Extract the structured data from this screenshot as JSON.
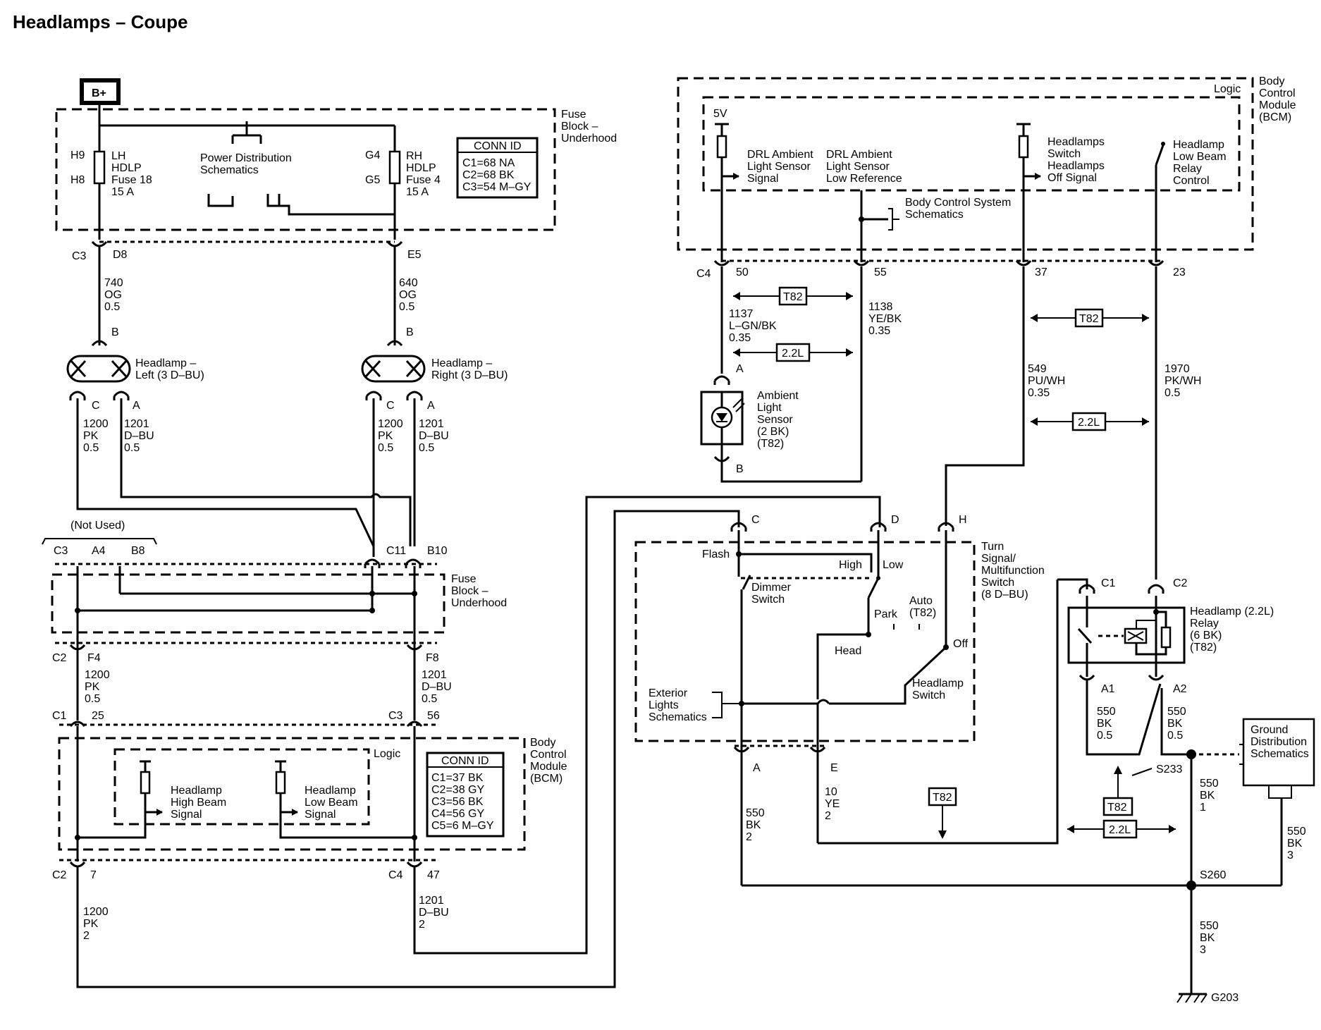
{
  "title": "Headlamps – Coupe",
  "battery": "B+",
  "fuse_block_underhood_top": {
    "label": [
      "Fuse",
      "Block –",
      "Underhood"
    ],
    "lh_fuse": {
      "pins": [
        "H9",
        "H8"
      ],
      "label": [
        "LH",
        "HDLP",
        "Fuse 18",
        "15 A"
      ]
    },
    "rh_fuse": {
      "pins": [
        "G4",
        "G5"
      ],
      "label": [
        "RH",
        "HDLP",
        "Fuse 4",
        "15 A"
      ]
    },
    "power_distribution": [
      "Power Distribution",
      "Schematics"
    ],
    "conn_id": {
      "title": "CONN ID",
      "rows": [
        "C1=68 NA",
        "C2=68 BK",
        "C3=54 M–GY"
      ]
    }
  },
  "left_feed": {
    "conn": "C3",
    "pin": "D8",
    "wire": [
      "740",
      "OG",
      "0.5"
    ],
    "pin_b": "B"
  },
  "right_feed": {
    "pin": "E5",
    "wire": [
      "640",
      "OG",
      "0.5"
    ],
    "pin_b": "B"
  },
  "headlamp_left": {
    "label": [
      "Headlamp –",
      "Left (3 D–BU)"
    ],
    "pin_c": "C",
    "pin_a": "A",
    "wire_c": [
      "1200",
      "PK",
      "0.5"
    ],
    "wire_a": [
      "1201",
      "D–BU",
      "0.5"
    ]
  },
  "headlamp_right": {
    "label": [
      "Headlamp –",
      "Right (3 D–BU)"
    ],
    "pin_c": "C",
    "pin_a": "A",
    "wire_c": [
      "1200",
      "PK",
      "0.5"
    ],
    "wire_a": [
      "1201",
      "D–BU",
      "0.5"
    ]
  },
  "fuse_block_underhood_lower": {
    "not_used": "(Not Used)",
    "pins_top": [
      "C3",
      "A4",
      "B8",
      "C11",
      "B10"
    ],
    "label": [
      "Fuse",
      "Block –",
      "Underhood"
    ],
    "left_out": {
      "conn": "C2",
      "pin": "F4",
      "wire": [
        "1200",
        "PK",
        "0.5"
      ]
    },
    "right_out": {
      "pin": "F8",
      "wire": [
        "1201",
        "D–BU",
        "0.5"
      ]
    }
  },
  "bcm_lower": {
    "left_in": {
      "conn": "C1",
      "pin": "25"
    },
    "right_in": {
      "conn": "C3",
      "pin": "56"
    },
    "logic": "Logic",
    "high_beam": [
      "Headlamp",
      "High Beam",
      "Signal"
    ],
    "low_beam": [
      "Headlamp",
      "Low Beam",
      "Signal"
    ],
    "conn_id": {
      "title": "CONN ID",
      "rows": [
        "C1=37 BK",
        "C2=38 GY",
        "C3=56 BK",
        "C4=56 GY",
        "C5=6 M–GY"
      ]
    },
    "label": [
      "Body",
      "Control",
      "Module",
      "(BCM)"
    ],
    "left_out": {
      "conn": "C2",
      "pin": "7",
      "wire": [
        "1200",
        "PK",
        "2"
      ]
    },
    "right_out": {
      "conn": "C4",
      "pin": "47",
      "wire": [
        "1201",
        "D–BU",
        "2"
      ]
    }
  },
  "bcm_upper": {
    "logic": "Logic",
    "label": [
      "Body",
      "Control",
      "Module",
      "(BCM)"
    ],
    "vref": "5V",
    "drl_signal": [
      "DRL Ambient",
      "Light Sensor",
      "Signal"
    ],
    "drl_low_ref": [
      "DRL Ambient",
      "Light Sensor",
      "Low Reference"
    ],
    "hl_switch_off": [
      "Headlamps",
      "Switch",
      "Headlamps",
      "Off Signal"
    ],
    "hl_low_beam_relay": [
      "Headlamp",
      "Low Beam",
      "Relay",
      "Control"
    ],
    "body_control_system": [
      "Body Control System",
      "Schematics"
    ],
    "conn": "C4",
    "pins": [
      "50",
      "55",
      "37",
      "23"
    ]
  },
  "wires_upper": {
    "w1137": [
      "1137",
      "L–GN/BK",
      "0.35"
    ],
    "w1138": [
      "1138",
      "YE/BK",
      "0.35"
    ],
    "w549": [
      "549",
      "PU/WH",
      "0.35"
    ],
    "w1970": [
      "1970",
      "PK/WH",
      "0.5"
    ]
  },
  "tags": {
    "t82": "T82",
    "l22": "2.2L"
  },
  "ambient_sensor": {
    "label": [
      "Ambient",
      "Light",
      "Sensor",
      "(2 BK)",
      "(T82)"
    ],
    "pin_a": "A",
    "pin_b": "B"
  },
  "turn_signal_switch": {
    "label": [
      "Turn",
      "Signal/",
      "Multifunction",
      "Switch",
      "(8 D–BU)"
    ],
    "pins": [
      "C",
      "D",
      "H",
      "A",
      "E"
    ],
    "flash": "Flash",
    "high": "High",
    "low": "Low",
    "dimmer": [
      "Dimmer",
      "Switch"
    ],
    "park": "Park",
    "auto": [
      "Auto",
      "(T82)"
    ],
    "head": "Head",
    "off": "Off",
    "headlamp_switch": [
      "Headlamp",
      "Switch"
    ],
    "exterior": [
      "Exterior",
      "Lights",
      "Schematics"
    ],
    "wire_a": [
      "550",
      "BK",
      "2"
    ],
    "wire_e": [
      "10",
      "YE",
      "2"
    ]
  },
  "relay": {
    "label": [
      "Headlamp (2.2L)",
      "Relay",
      "(6 BK)",
      "(T82)"
    ],
    "pins": [
      "C1",
      "C2",
      "A1",
      "A2"
    ],
    "wire_a1": [
      "550",
      "BK",
      "0.5"
    ],
    "wire_a2": [
      "550",
      "BK",
      "0.5"
    ]
  },
  "ground": {
    "s233": "S233",
    "s260": "S260",
    "g203": "G203",
    "distribution": [
      "Ground",
      "Distribution",
      "Schematics"
    ],
    "wire_s233": [
      "550",
      "BK",
      "1"
    ],
    "wire_gd": [
      "550",
      "BK",
      "3"
    ],
    "wire_g203": [
      "550",
      "BK",
      "3"
    ]
  }
}
